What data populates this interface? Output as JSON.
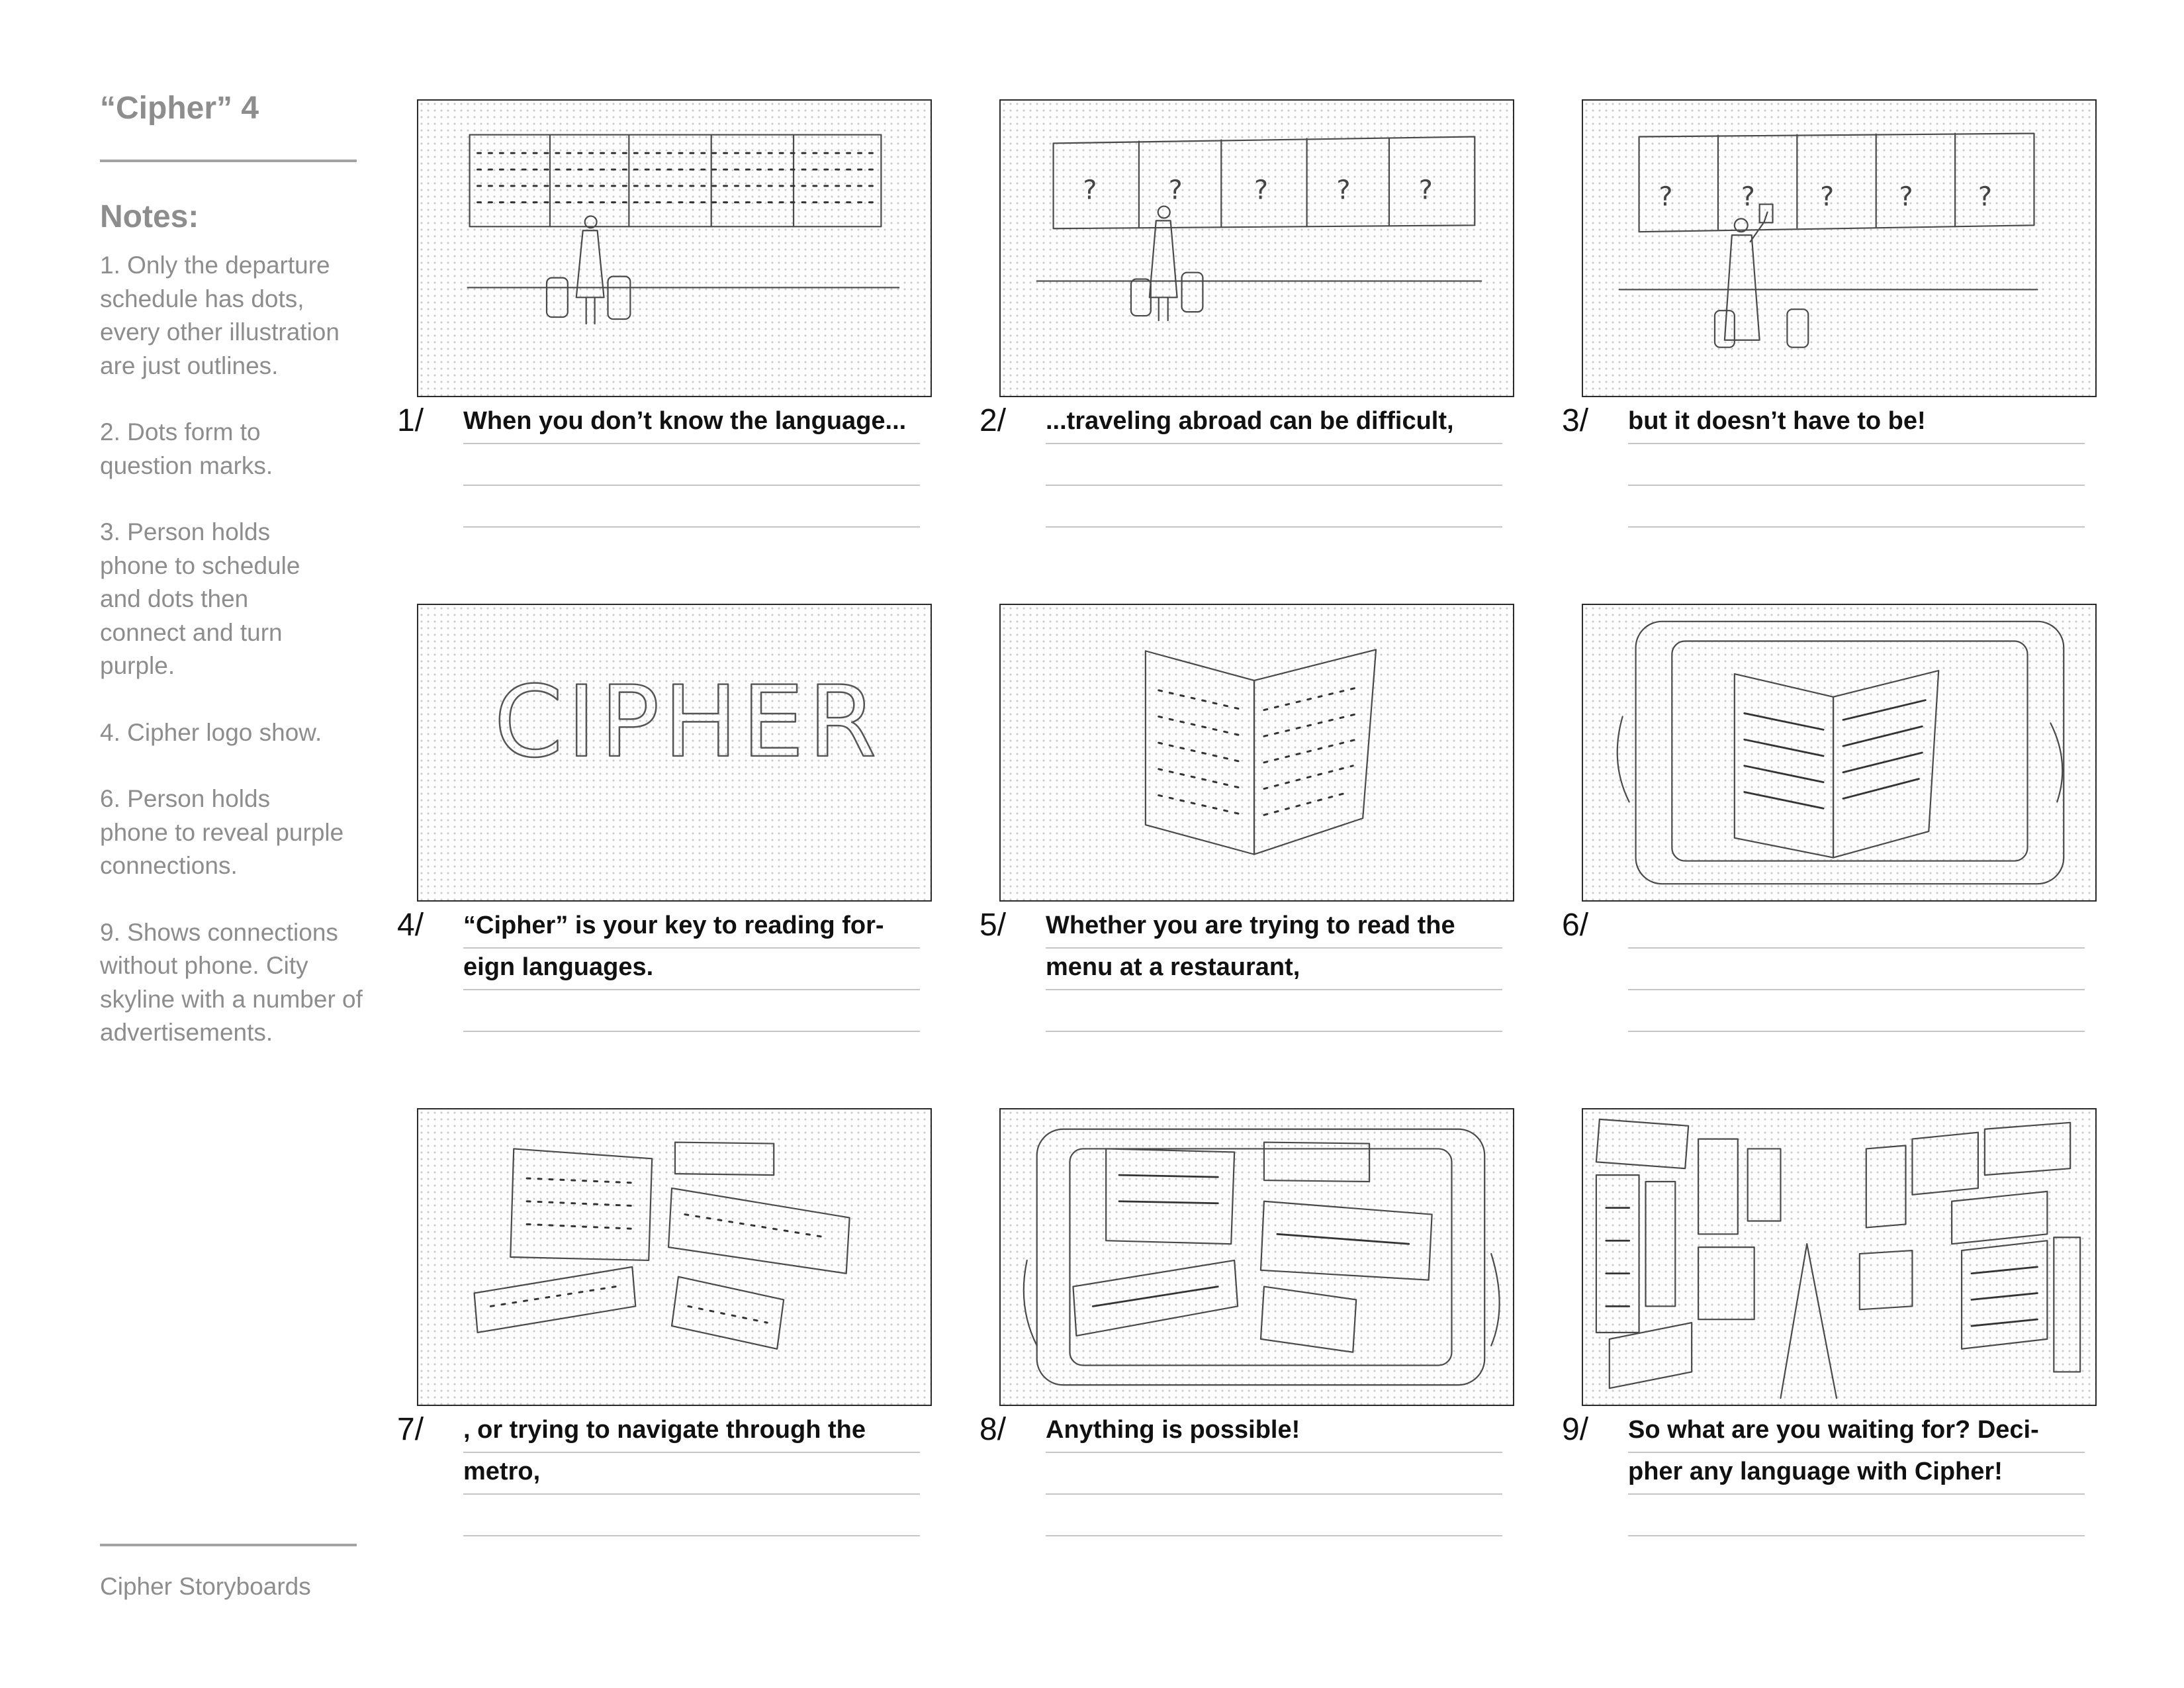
{
  "sidebar": {
    "title": "“Cipher” 4",
    "notes_heading": "Notes:",
    "notes": [
      "1. Only the departure schedule has dots, every other illustration are just outlines.",
      "2. Dots form to question marks.",
      "3. Person holds phone to schedule and dots then connect and turn purple.",
      "4. Cipher logo show.",
      "6. Person holds phone to reveal purple connections.",
      "9. Shows connections without phone. City skyline with a number of advertisements."
    ],
    "footer": "Cipher Storyboards"
  },
  "panels": [
    {
      "number": "1/",
      "lines": [
        "When you don’t know the language...",
        "",
        ""
      ]
    },
    {
      "number": "2/",
      "lines": [
        "...traveling abroad can be difficult,",
        "",
        ""
      ]
    },
    {
      "number": "3/",
      "lines": [
        "but it doesn’t have to be!",
        "",
        ""
      ]
    },
    {
      "number": "4/",
      "lines": [
        "“Cipher” is your key to reading for-",
        "eign languages.",
        ""
      ]
    },
    {
      "number": "5/",
      "lines": [
        "Whether you are trying to read the",
        "menu at a restaurant,",
        ""
      ]
    },
    {
      "number": "6/",
      "lines": [
        "",
        "",
        ""
      ]
    },
    {
      "number": "7/",
      "lines": [
        ", or trying to navigate through the",
        "metro,",
        ""
      ]
    },
    {
      "number": "8/",
      "lines": [
        "Anything is possible!",
        "",
        ""
      ]
    },
    {
      "number": "9/",
      "lines": [
        "So what are you waiting for? Deci-",
        "pher any language with Cipher!",
        ""
      ]
    }
  ],
  "sketch_text": {
    "question_mark": "?",
    "logo": "CIPHER"
  }
}
